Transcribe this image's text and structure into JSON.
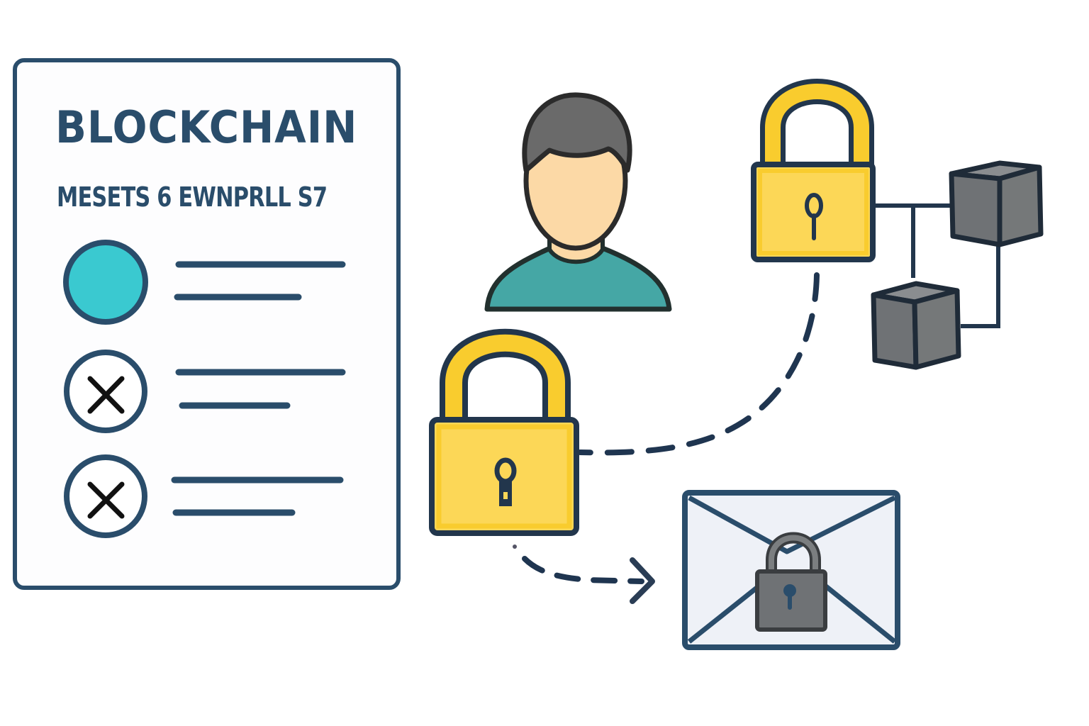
{
  "document_card": {
    "title": "BLOCKCHAIN",
    "subtitle": "MESETS 6 EWNPRLL S7",
    "items": [
      {
        "status": "filled",
        "status_icon": "filled-circle-icon",
        "lines": 2
      },
      {
        "status": "rejected",
        "status_icon": "x-circle-icon",
        "lines": 2
      },
      {
        "status": "rejected",
        "status_icon": "x-circle-icon",
        "lines": 2
      }
    ]
  },
  "elements": {
    "user": {
      "icon": "user-avatar-icon"
    },
    "lock_top": {
      "icon": "padlock-icon"
    },
    "lock_middle": {
      "icon": "padlock-icon"
    },
    "blockchain": {
      "icon": "block-cube-icon",
      "count": 2
    },
    "envelope": {
      "icon": "locked-envelope-icon"
    }
  },
  "colors": {
    "outline": "#2a4d6b",
    "dark_outline": "#22364c",
    "teal_fill": "#3ac9d0",
    "shirt": "#45a7a5",
    "skin": "#fcd9a6",
    "hair": "#6a6a6a",
    "lock_yellow": "#f9cc2e",
    "lock_body": "#fcd757",
    "cube_gray": "#6f7275",
    "envelope_bg": "#eef1f7"
  }
}
